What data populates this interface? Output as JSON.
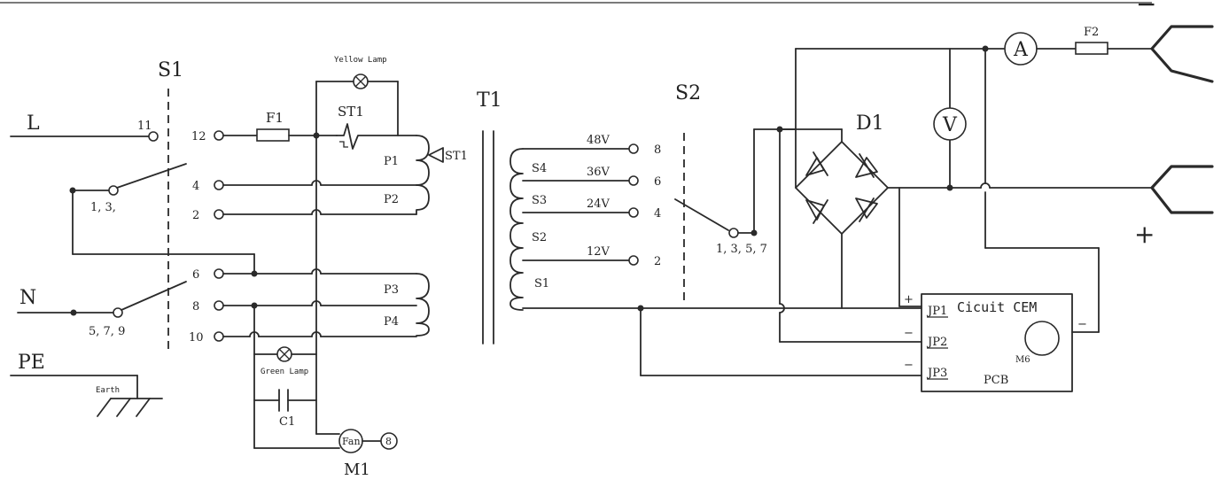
{
  "labels": {
    "s1": "S1",
    "l": "L",
    "n": "N",
    "pe": "PE",
    "earth": "Earth",
    "s1_term_11": "11",
    "s1_pos_a": "1, 3,",
    "s1_pos_b": "5, 7, 9",
    "t12": "12",
    "t4": "4",
    "t2": "2",
    "t6": "6",
    "t8": "8",
    "t10": "10",
    "f1": "F1",
    "yellow_lamp": "Yellow Lamp",
    "st1": "ST1",
    "st1_side": "ST1",
    "p1": "P1",
    "p2": "P2",
    "p3": "P3",
    "p4": "P4",
    "green_lamp": "Green Lamp",
    "c1": "C1",
    "fan": "Fan",
    "fan_num": "8",
    "m1": "M1",
    "t1": "T1",
    "s4": "S4",
    "s3": "S3",
    "s2w": "S2",
    "s1w": "S1",
    "v48": "48V",
    "v36": "36V",
    "v24": "24V",
    "v12": "12V",
    "o8": "8",
    "o6": "6",
    "o4": "4",
    "o2": "2",
    "s2": "S2",
    "s2_pos": "1, 3, 5, 7",
    "d1": "D1",
    "ammeter": "A",
    "voltmeter": "V",
    "f2": "F2",
    "minus": "−",
    "plus": "+",
    "cicuit_title": "Cicuit CEM",
    "jp1": "JP1",
    "jp2": "JP2",
    "jp3": "JP3",
    "jp1_sign": "+",
    "jp2_sign": "−",
    "jp3_sign": "−",
    "m6": "M6",
    "pcb": "PCB",
    "pcb_right_sign": "−"
  }
}
